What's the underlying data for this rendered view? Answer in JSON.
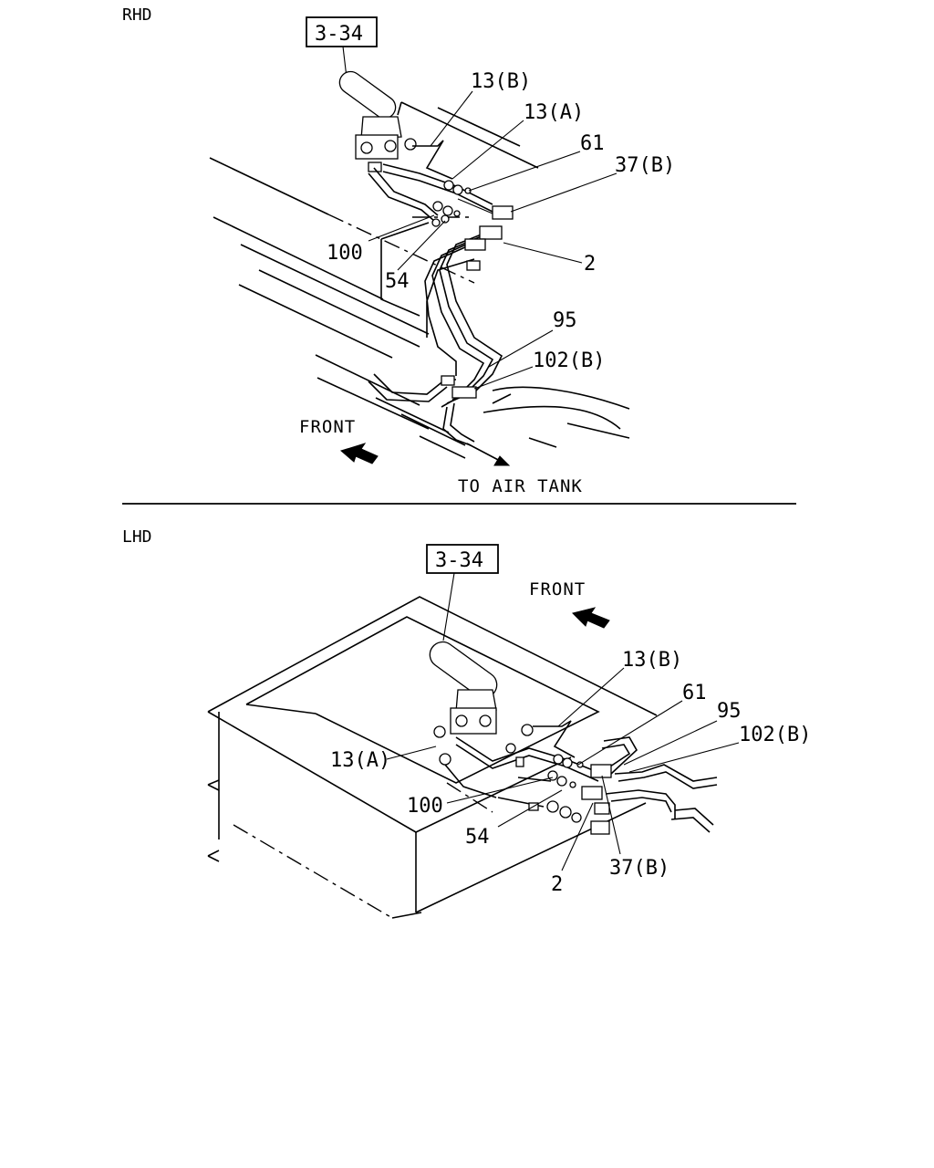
{
  "rhd": {
    "section_label": "RHD",
    "ref_box": "3-34",
    "labels": {
      "p13b": "13(B)",
      "p13a": "13(A)",
      "p61": "61",
      "p37b": "37(B)",
      "p100": "100",
      "p2": "2",
      "p54": "54",
      "p95": "95",
      "p102b": "102(B)"
    },
    "front": "FRONT",
    "to_air_tank": "TO AIR TANK"
  },
  "lhd": {
    "section_label": "LHD",
    "ref_box": "3-34",
    "front": "FRONT",
    "labels": {
      "p13b": "13(B)",
      "p61": "61",
      "p95": "95",
      "p102b": "102(B)",
      "p13a": "13(A)",
      "p100": "100",
      "p54": "54",
      "p2": "2",
      "p37b": "37(B)"
    }
  }
}
